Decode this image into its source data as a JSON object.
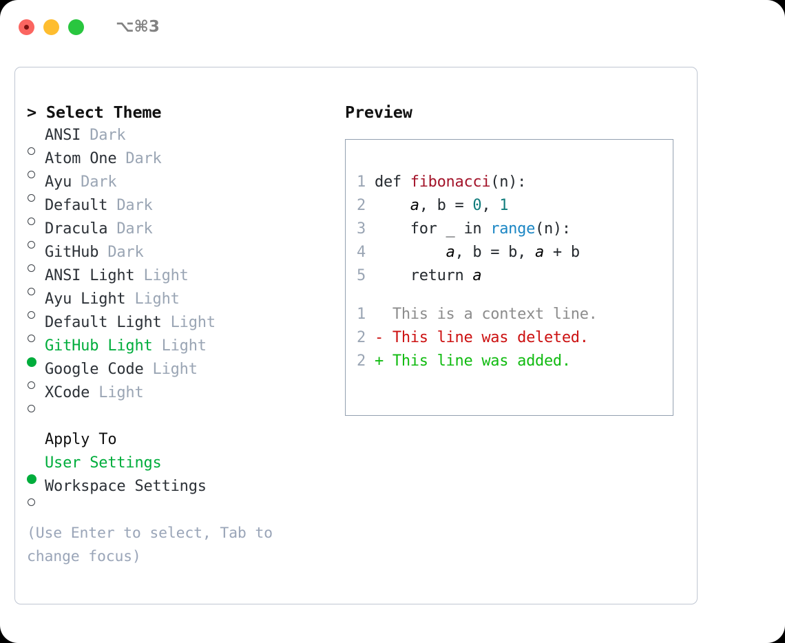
{
  "titlebar": {
    "shortcut": "⌥⌘3",
    "buttons": [
      "close",
      "minimize",
      "maximize"
    ]
  },
  "left": {
    "header_prompt": "> ",
    "header": "Select Theme",
    "marker_unselected": "○",
    "marker_selected": "●",
    "themes": [
      {
        "name": "ANSI",
        "variant": "Dark",
        "selected": false
      },
      {
        "name": "Atom One",
        "variant": "Dark",
        "selected": false
      },
      {
        "name": "Ayu",
        "variant": "Dark",
        "selected": false
      },
      {
        "name": "Default",
        "variant": "Dark",
        "selected": false
      },
      {
        "name": "Dracula",
        "variant": "Dark",
        "selected": false
      },
      {
        "name": "GitHub",
        "variant": "Dark",
        "selected": false
      },
      {
        "name": "ANSI Light",
        "variant": "Light",
        "selected": false
      },
      {
        "name": "Ayu Light",
        "variant": "Light",
        "selected": false
      },
      {
        "name": "Default Light",
        "variant": "Light",
        "selected": false
      },
      {
        "name": "GitHub Light",
        "variant": "Light",
        "selected": true
      },
      {
        "name": "Google Code",
        "variant": "Light",
        "selected": false
      },
      {
        "name": "XCode",
        "variant": "Light",
        "selected": false
      }
    ],
    "apply_to_title": "Apply To",
    "apply_to": [
      {
        "name": "User Settings",
        "selected": true
      },
      {
        "name": "Workspace Settings",
        "selected": false
      }
    ],
    "hint": "(Use Enter to select, Tab to change focus)"
  },
  "right": {
    "preview_title": "Preview",
    "code_lines": [
      {
        "n": "1",
        "tokens": [
          {
            "t": "def ",
            "c": "kw"
          },
          {
            "t": "fibonacci",
            "c": "fn"
          },
          {
            "t": "(n):",
            "c": "plain"
          }
        ]
      },
      {
        "n": "2",
        "tokens": [
          {
            "t": "    ",
            "c": "plain"
          },
          {
            "t": "a",
            "c": "ital"
          },
          {
            "t": ", b = ",
            "c": "plain"
          },
          {
            "t": "0",
            "c": "num"
          },
          {
            "t": ", ",
            "c": "plain"
          },
          {
            "t": "1",
            "c": "num"
          }
        ]
      },
      {
        "n": "3",
        "tokens": [
          {
            "t": "    for _ in ",
            "c": "plain"
          },
          {
            "t": "range",
            "c": "builtin"
          },
          {
            "t": "(n):",
            "c": "plain"
          }
        ]
      },
      {
        "n": "4",
        "tokens": [
          {
            "t": "        ",
            "c": "plain"
          },
          {
            "t": "a",
            "c": "ital"
          },
          {
            "t": ", b = b, ",
            "c": "plain"
          },
          {
            "t": "a",
            "c": "ital"
          },
          {
            "t": " + b",
            "c": "plain"
          }
        ]
      },
      {
        "n": "5",
        "tokens": [
          {
            "t": "    return ",
            "c": "plain"
          },
          {
            "t": "a",
            "c": "ital"
          }
        ]
      }
    ],
    "diff_lines": [
      {
        "n": "1",
        "sign": " ",
        "text": " This is a context line.",
        "kind": "ctx"
      },
      {
        "n": "2",
        "sign": "-",
        "text": " This line was deleted.",
        "kind": "del"
      },
      {
        "n": "2",
        "sign": "+",
        "text": " This line was added.",
        "kind": "add"
      }
    ]
  },
  "colors": {
    "accent_green": "#00ad3c",
    "diff_add": "#11bb11",
    "diff_del": "#cc1111",
    "muted": "#9aa5b4",
    "function": "#a3142a",
    "number": "#0f7b7b",
    "builtin": "#1b86c4"
  }
}
